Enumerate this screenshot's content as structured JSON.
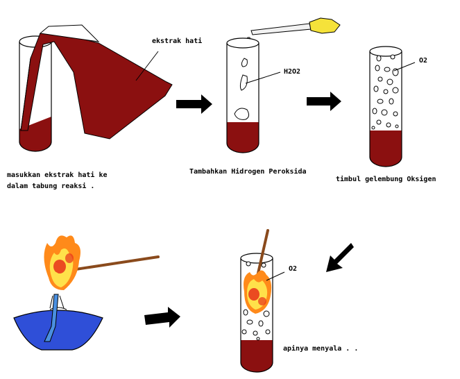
{
  "colors": {
    "liver": "#8b1010",
    "outline": "#000000",
    "glass": "#ffffff",
    "bulb": "#f5e23a",
    "dropper_tube": "#f2f2f2",
    "splint": "#8a4a1c",
    "lamp_body": "#2f4fd8",
    "wick": "#4a8fe0",
    "flame_outer": "#ff8a1a",
    "flame_inner": "#ffe14a",
    "flame_core": "#e8301a",
    "arrow": "#000000"
  },
  "icons": [
    "arrow-right-icon",
    "arrow-down-left-icon",
    "flame-icon",
    "bubble-icon"
  ],
  "labels": {
    "ekstrak": "ekstrak hati",
    "h2o2": "H2O2",
    "o2_top": "O2",
    "o2_bottom": "O2",
    "caption1_line1": "masukkan ekstrak hati ke",
    "caption1_line2": "dalam tabung reaksi .",
    "caption2": "Tambahkan Hidrogen Peroksida",
    "caption3": "timbul gelembung Oksigen",
    "caption4": "apinya menyala . ."
  }
}
